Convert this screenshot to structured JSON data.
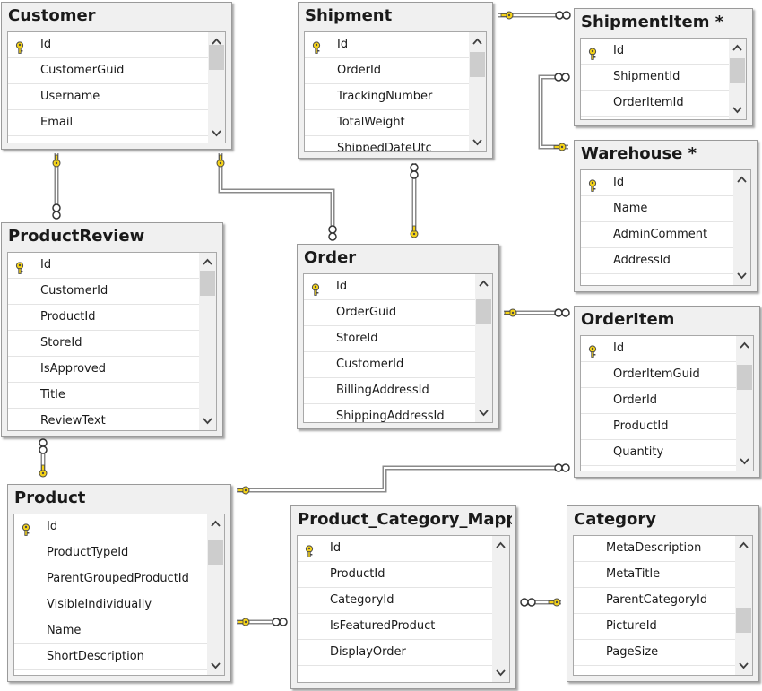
{
  "colors": {
    "key": "#f5d319",
    "line": "#8a8a8a"
  },
  "entities": {
    "customer": {
      "title": "Customer",
      "columns": [
        "Id",
        "CustomerGuid",
        "Username",
        "Email"
      ]
    },
    "shipment": {
      "title": "Shipment",
      "columns": [
        "Id",
        "OrderId",
        "TrackingNumber",
        "TotalWeight",
        "ShippedDateUtc"
      ]
    },
    "shipmentitem": {
      "title": "ShipmentItem *",
      "columns": [
        "Id",
        "ShipmentId",
        "OrderItemId"
      ]
    },
    "warehouse": {
      "title": "Warehouse *",
      "columns": [
        "Id",
        "Name",
        "AdminComment",
        "AddressId"
      ]
    },
    "productreview": {
      "title": "ProductReview",
      "columns": [
        "Id",
        "CustomerId",
        "ProductId",
        "StoreId",
        "IsApproved",
        "Title",
        "ReviewText"
      ]
    },
    "order": {
      "title": "Order",
      "columns": [
        "Id",
        "OrderGuid",
        "StoreId",
        "CustomerId",
        "BillingAddressId",
        "ShippingAddressId"
      ]
    },
    "orderitem": {
      "title": "OrderItem",
      "columns": [
        "Id",
        "OrderItemGuid",
        "OrderId",
        "ProductId",
        "Quantity"
      ]
    },
    "product": {
      "title": "Product",
      "columns": [
        "Id",
        "ProductTypeId",
        "ParentGroupedProductId",
        "VisibleIndividually",
        "Name",
        "ShortDescription"
      ]
    },
    "mapping": {
      "title": "Product_Category_Mapping",
      "columns": [
        "Id",
        "ProductId",
        "CategoryId",
        "IsFeaturedProduct",
        "DisplayOrder"
      ]
    },
    "category": {
      "title": "Category",
      "columns": [
        "MetaDescription",
        "MetaTitle",
        "ParentCategoryId",
        "PictureId",
        "PageSize"
      ]
    }
  }
}
